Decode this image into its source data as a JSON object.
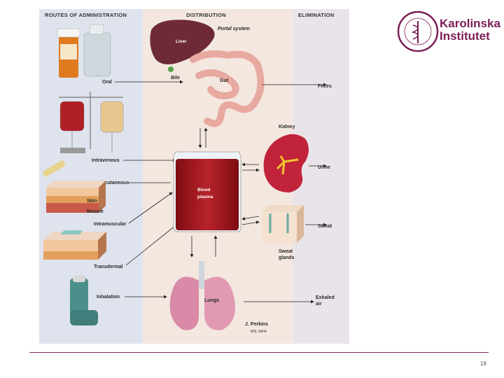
{
  "headers": {
    "routes": "ROUTES OF ADMINISTRATION",
    "distribution": "DISTRIBUTION",
    "elimination": "ELIMINATION"
  },
  "routes": {
    "oral": "Oral",
    "intravenous": "Intravenous",
    "subcutaneous": "Subcutaneous",
    "skin": "Skin",
    "muscle": "Muscle",
    "intramuscular": "Intramuscular",
    "transdermal": "Transdermal",
    "inhalation": "Inhalation"
  },
  "distribution": {
    "portal_system": "Portal system",
    "liver": "Liver",
    "bile": "Bile",
    "gut": "Gut",
    "blood_line1": "Blood",
    "blood_line2": "plasma",
    "lungs": "Lungs",
    "kidney": "Kidney",
    "sweat_glands_line1": "Sweat",
    "sweat_glands_line2": "glands"
  },
  "elimination": {
    "feces": "Feces",
    "urine": "Urine",
    "sweat": "Sweat",
    "exhaled_line1": "Exhaled",
    "exhaled_line2": "air"
  },
  "credit": {
    "name": "J. Perkins",
    "degree": "MS, MFA"
  },
  "logo": {
    "line1": "Karolinska",
    "line2": "Institutet"
  },
  "footer": {
    "page_number": "18"
  },
  "colors": {
    "brand": "#7b1e57",
    "blood": "#a3141c",
    "left_panel": "#dfe3ee",
    "mid_panel": "#f3e7df",
    "right_panel": "#e9e4ea"
  }
}
